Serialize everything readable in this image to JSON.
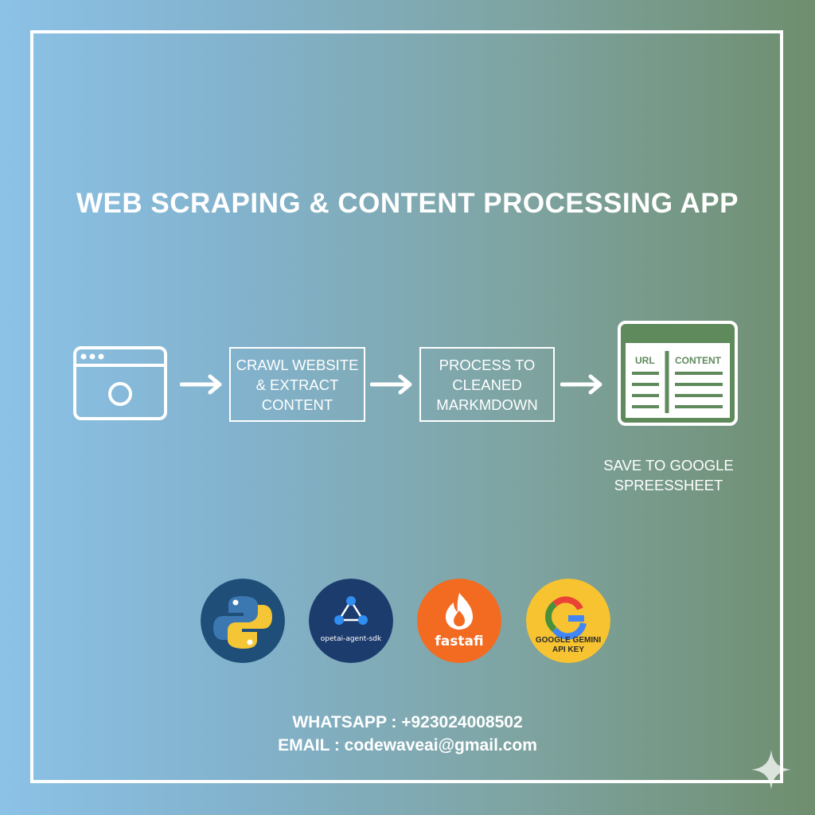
{
  "title": "WEB SCRAPING & CONTENT PROCESSING APP",
  "flow": {
    "step1": {
      "icon": "browser-window-icon"
    },
    "step2": {
      "label": "CRAWL WEBSITE\n& EXTRACT\nCONTENT"
    },
    "step3": {
      "label": "PROCESS TO\nCLEANED\nMARKMDOWN"
    },
    "step4": {
      "icon": "spreadsheet-icon",
      "col1": "URL",
      "col2": "CONTENT",
      "label": "SAVE TO GOOGLE\nSPREESSHEET"
    }
  },
  "tech_logos": [
    {
      "name": "python",
      "icon": "python-logo-icon",
      "label": ""
    },
    {
      "name": "openai-agents",
      "icon": "agent-sdk-logo-icon",
      "label": "opetai-agent-sdk"
    },
    {
      "name": "fastapi",
      "icon": "flame-logo-icon",
      "label": "fastafi"
    },
    {
      "name": "gemini",
      "icon": "google-g-logo-icon",
      "label_line1": "GOOGLE GEMINI",
      "label_line2": "API KEY"
    }
  ],
  "contact": {
    "whatsapp": "WHATSAPP : +923024008502",
    "email": "EMAIL : codewaveai@gmail.com"
  },
  "colors": {
    "frame": "#ffffff",
    "sheet_green": "#5f8a5c",
    "python_bg": "#1f4e79",
    "python_blue": "#3b77b0",
    "python_yellow": "#f4c535",
    "agent_bg": "#1d3c6e",
    "agent_node": "#2f8ef0",
    "fastapi_bg": "#f26b21",
    "gemini_bg": "#f7c331"
  }
}
